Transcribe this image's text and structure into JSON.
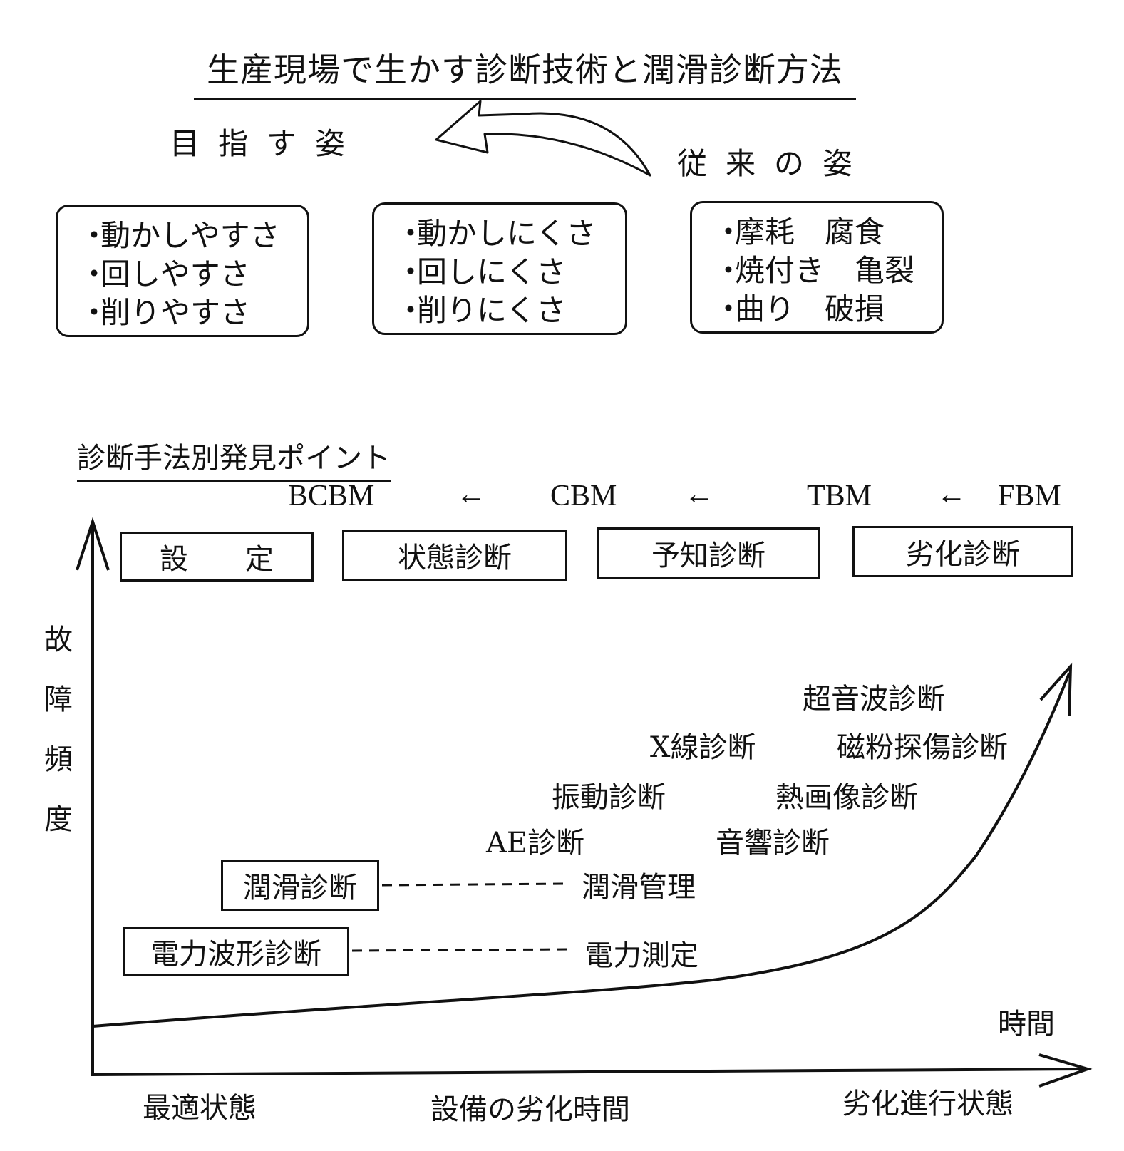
{
  "title": "生産現場で生かす診断技術と潤滑診断方法",
  "goal_label": "目指す姿",
  "current_label": "従来の姿",
  "boxes": [
    {
      "items": [
        "動かしやすさ",
        "回しやすさ",
        "削りやすさ"
      ]
    },
    {
      "items": [
        "動かしにくさ",
        "回しにくさ",
        "削りにくさ"
      ]
    },
    {
      "items": [
        "摩耗　腐食",
        "焼付き　亀裂",
        "曲り　破損"
      ]
    }
  ],
  "bullet": "・",
  "section_title": "診断手法別発見ポイント",
  "maintenance": {
    "bcbm": "BCBM",
    "cbm": "CBM",
    "tbm": "TBM",
    "fbm": "FBM",
    "arrow": "←"
  },
  "stages": [
    "設　　定",
    "状態診断",
    "予知診断",
    "劣化診断"
  ],
  "y_axis": [
    "故",
    "障",
    "頻",
    "度"
  ],
  "methods": {
    "ultrasonic": "超音波診断",
    "xray": "X線診断",
    "magnetic": "磁粉探傷診断",
    "vibration": "振動診断",
    "thermal": "熱画像診断",
    "ae": "AE診断",
    "acoustic": "音響診断"
  },
  "lubrication_diag": "潤滑診断",
  "lubrication_mgmt": "潤滑管理",
  "power_diag": "電力波形診断",
  "power_measure": "電力測定",
  "time_label": "時間",
  "x_axis": {
    "left": "最適状態",
    "center": "設備の劣化時間",
    "right": "劣化進行状態"
  }
}
